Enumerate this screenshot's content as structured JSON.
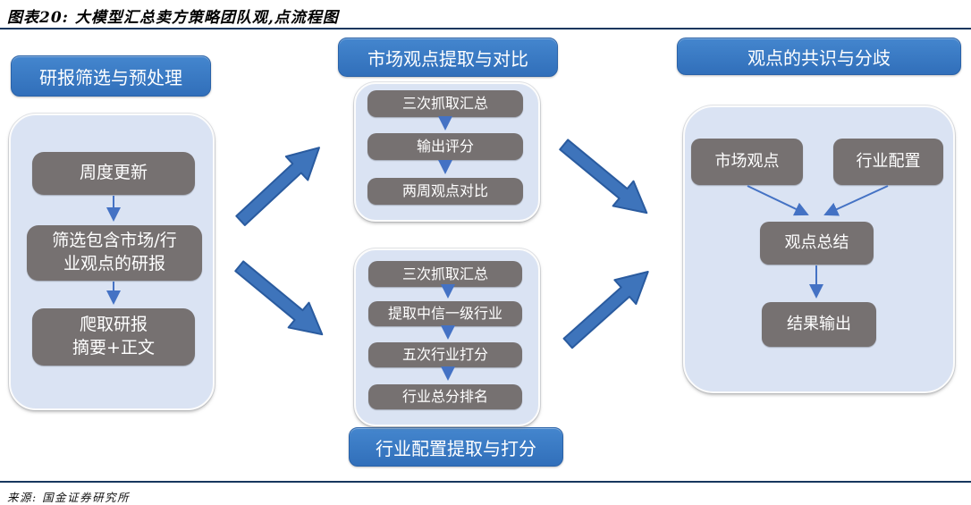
{
  "title": "图表20: 大模型汇总卖方策略团队观,点流程图",
  "footer": {
    "source": "来源: 国金证券研究所"
  },
  "panels": {
    "left": {
      "header": "研报筛选与预处理",
      "steps": [
        "周度更新",
        "筛选包含市场/行\n业观点的研报",
        "爬取研报\n摘要+正文"
      ]
    },
    "midTop": {
      "header": "市场观点提取与对比",
      "steps": [
        "三次抓取汇总",
        "输出评分",
        "两周观点对比"
      ]
    },
    "midBottom": {
      "header": "行业配置提取与打分",
      "steps": [
        "三次抓取汇总",
        "提取中信一级行业",
        "五次行业打分",
        "行业总分排名"
      ]
    },
    "right": {
      "header": "观点的共识与分歧",
      "inputs": [
        "市场观点",
        "行业配置"
      ],
      "summary": "观点总结",
      "output": "结果输出"
    }
  },
  "colors": {
    "header_blue": "#3576C2",
    "step_gray": "#767171",
    "panel_fill": "#DAE3F3",
    "big_arrow_blue": "#3E74BB",
    "connector_blue": "#4472C4",
    "rule_navy": "#17375E"
  }
}
